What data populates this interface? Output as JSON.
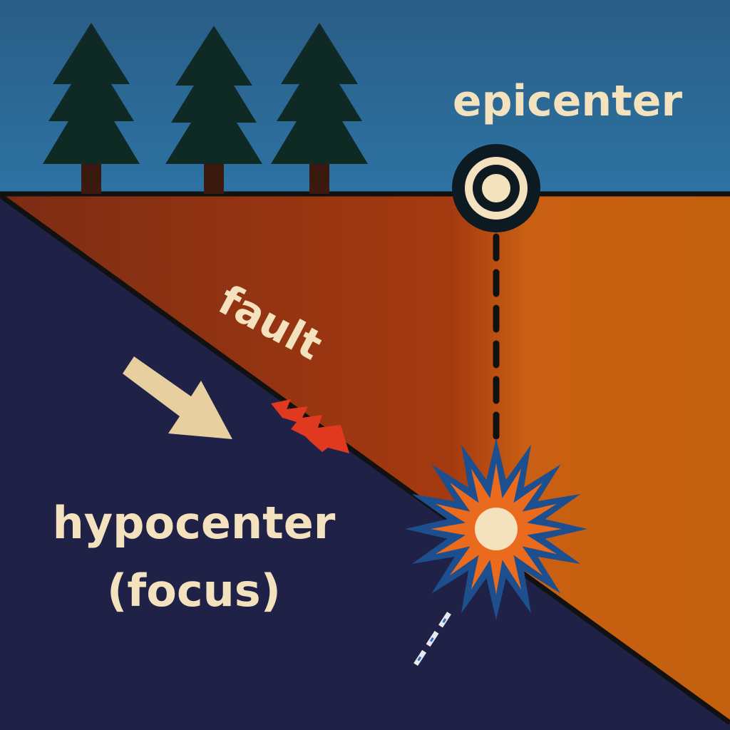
{
  "labels": {
    "epicenter": "epicenter",
    "fault": "fault",
    "hypocenter_line1": "hypocenter",
    "hypocenter_line2": "(focus)"
  },
  "colors": {
    "sky": "#2a6f9c",
    "upper_block_dark": "#7f2e12",
    "upper_block_light": "#c9620f",
    "lower_block": "#1f2147",
    "tree": "#0f2a24",
    "trunk": "#3a1a0e",
    "label": "#f3e2bd",
    "burst_outer": "#1d4f8f",
    "burst_inner": "#ea6a1e",
    "slip_marks": "#e0391f"
  },
  "icons": {
    "trees": [
      "pine-tree-icon",
      "pine-tree-icon",
      "pine-tree-icon"
    ],
    "epicenter_marker": "target-icon",
    "hypocenter_marker": "starburst-icon",
    "motion_arrow": "arrow-down-right-icon",
    "fault_slip": "zigzag-icon"
  }
}
